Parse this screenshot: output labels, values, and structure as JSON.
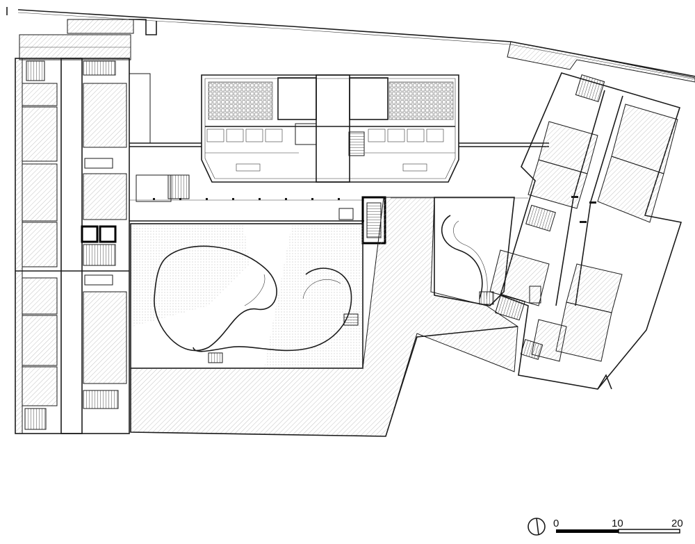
{
  "drawing": {
    "type": "architectural floor plan",
    "scale_bar": {
      "ticks": [
        "0",
        "10",
        "20"
      ]
    },
    "north_arrow_icon": "north-arrow-icon",
    "colors": {
      "line": "#1a1a1a",
      "background": "#ffffff",
      "fill_dark": "#000000"
    }
  }
}
